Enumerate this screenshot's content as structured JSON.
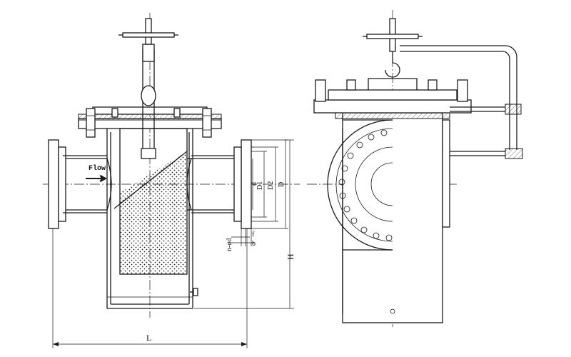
{
  "labels": {
    "flow": "Flow",
    "length": "L",
    "height": "H",
    "dim_d": "d",
    "dim_D1": "D1",
    "dim_D2": "D2",
    "dim_D": "D",
    "dim_f": "f",
    "dim_b": "b",
    "dim_bolts": "n-ød"
  },
  "colors": {
    "line": "#1a1a1a",
    "background": "#ffffff"
  }
}
